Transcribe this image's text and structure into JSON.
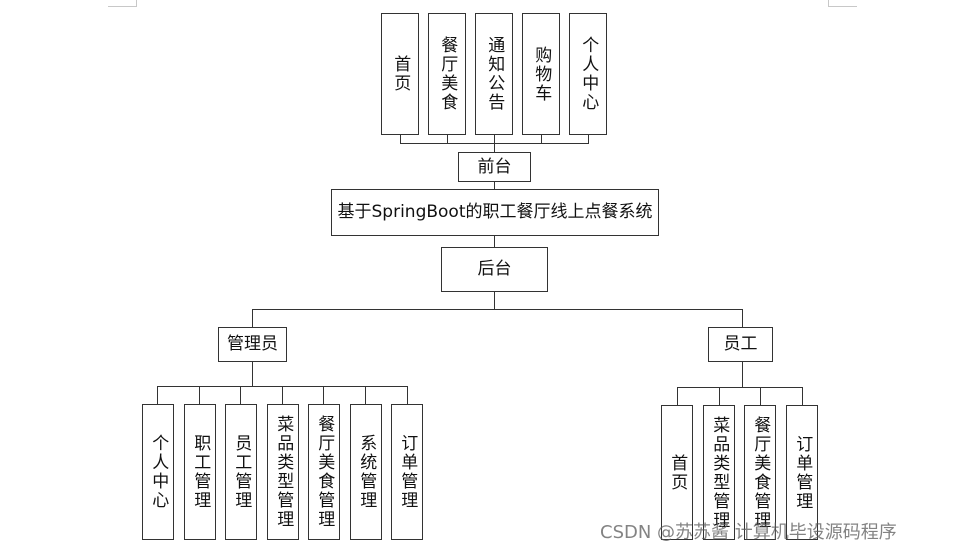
{
  "frontend": {
    "label": "前台",
    "children": [
      "首页",
      "餐厅美食",
      "通知公告",
      "购物车",
      "个人中心"
    ]
  },
  "system": {
    "title": "基于SpringBoot的职工餐厅线上点餐系统"
  },
  "backend": {
    "label": "后台",
    "admin": {
      "label": "管理员",
      "children": [
        "个人中心",
        "职工管理",
        "员工管理",
        "菜品类型管理",
        "餐厅美食管理",
        "系统管理",
        "订单管理"
      ]
    },
    "staff": {
      "label": "员工",
      "children": [
        "首页",
        "菜品类型管理",
        "餐厅美食管理",
        "订单管理"
      ]
    }
  },
  "watermark": "CSDN @苏苏酱  计算机毕设源码程序"
}
